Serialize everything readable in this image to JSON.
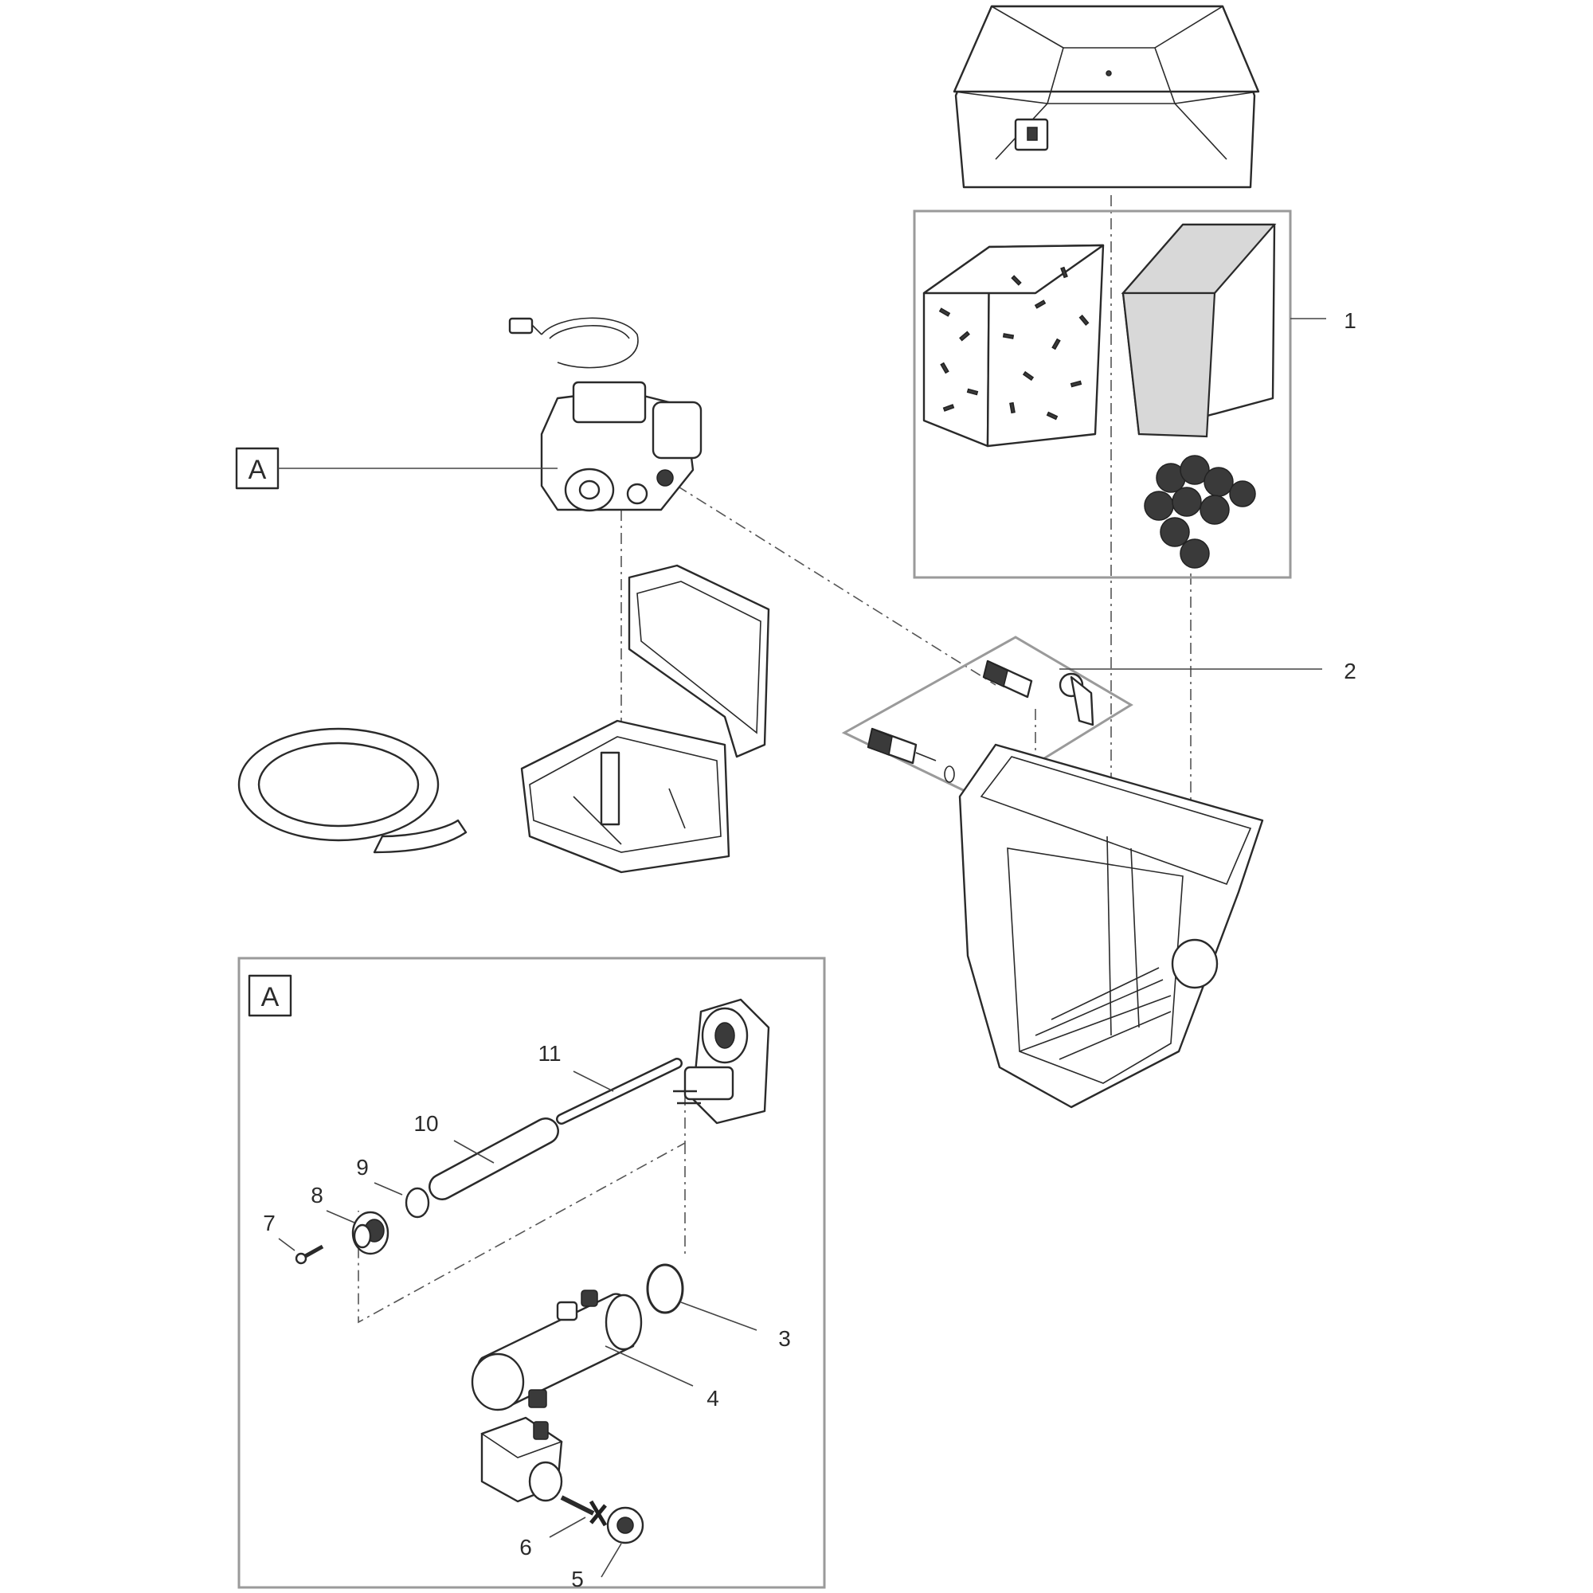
{
  "labels": {
    "callout_a_main": "A",
    "callout_a_inset": "A",
    "num_1": "1",
    "num_2": "2",
    "num_3": "3",
    "num_4": "4",
    "num_5": "5",
    "num_6": "6",
    "num_7": "7",
    "num_8": "8",
    "num_9": "9",
    "num_10": "10",
    "num_11": "11"
  },
  "colors": {
    "line": "#2a2a2a",
    "frame": "#9a9a9a",
    "fill": "#ffffff"
  }
}
